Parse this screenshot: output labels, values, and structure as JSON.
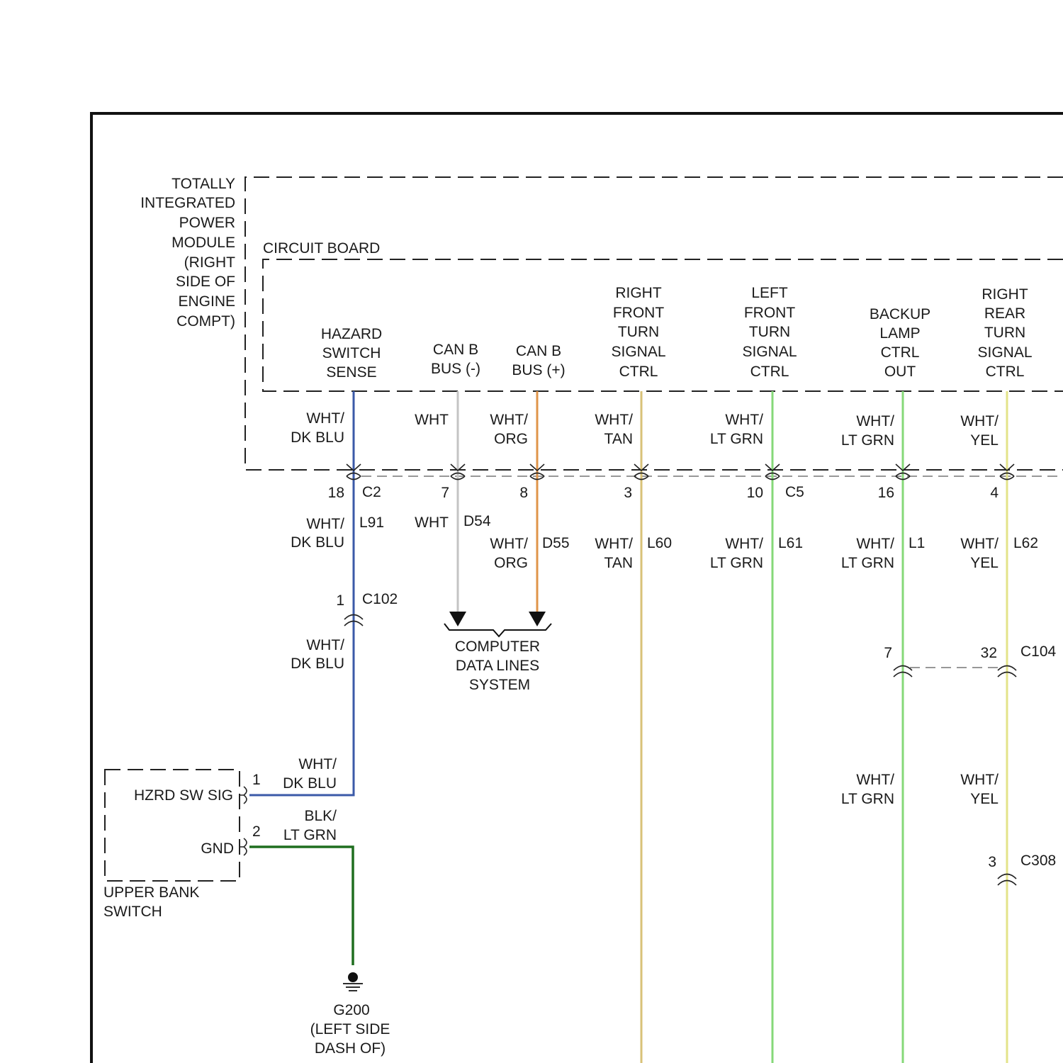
{
  "module": {
    "name_lines": [
      "TOTALLY",
      "INTEGRATED",
      "POWER",
      "MODULE",
      "(RIGHT",
      "SIDE OF",
      "ENGINE",
      "COMPT)"
    ],
    "circuit_board_label": "CIRCUIT BOARD",
    "connector_c2": "C2",
    "connector_c5": "C5"
  },
  "colors": {
    "wht_dk_blu": "#3b5aa8",
    "wht": "#c4c4c4",
    "wht_org": "#e0954a",
    "wht_tan": "#d8c278",
    "wht_lt_grn": "#86d878",
    "wht_yel": "#e3e38a",
    "blk_lt_grn": "#1f6e1f",
    "frame": "#111111"
  },
  "circuits": [
    {
      "id": "hazard",
      "func_lines": [
        "HAZARD",
        "SWITCH",
        "SENSE"
      ],
      "wire_color_top": [
        "WHT/",
        "DK BLU"
      ],
      "pin": "18",
      "circuit": "L91",
      "wire_color_bottom": [
        "WHT/",
        "DK BLU"
      ]
    },
    {
      "id": "canb_neg",
      "func_lines": [
        "CAN B",
        "BUS (-)"
      ],
      "wire_color_top": [
        "WHT"
      ],
      "pin": "7",
      "circuit": "D54",
      "wire_color_bottom": [
        "WHT"
      ]
    },
    {
      "id": "canb_pos",
      "func_lines": [
        "CAN B",
        "BUS (+)"
      ],
      "wire_color_top": [
        "WHT/",
        "ORG"
      ],
      "pin": "8",
      "circuit": "D55",
      "wire_color_bottom": [
        "WHT/",
        "ORG"
      ]
    },
    {
      "id": "rf_turn",
      "func_lines": [
        "RIGHT",
        "FRONT",
        "TURN",
        "SIGNAL",
        "CTRL"
      ],
      "wire_color_top": [
        "WHT/",
        "TAN"
      ],
      "pin": "3",
      "circuit": "L60",
      "wire_color_bottom": [
        "WHT/",
        "TAN"
      ]
    },
    {
      "id": "lf_turn",
      "func_lines": [
        "LEFT",
        "FRONT",
        "TURN",
        "SIGNAL",
        "CTRL"
      ],
      "wire_color_top": [
        "WHT/",
        "LT GRN"
      ],
      "pin": "10",
      "circuit": "L61",
      "wire_color_bottom": [
        "WHT/",
        "LT GRN"
      ]
    },
    {
      "id": "backup",
      "func_lines": [
        "BACKUP",
        "LAMP",
        "CTRL",
        "OUT"
      ],
      "wire_color_top": [
        "WHT/",
        "LT GRN"
      ],
      "pin": "16",
      "circuit": "L1",
      "wire_color_bottom": [
        "WHT/",
        "LT GRN"
      ]
    },
    {
      "id": "rr_turn",
      "func_lines": [
        "RIGHT",
        "REAR",
        "TURN",
        "SIGNAL",
        "CTRL"
      ],
      "wire_color_top": [
        "WHT/",
        "YEL"
      ],
      "pin": "4",
      "circuit": "L62",
      "wire_color_bottom": [
        "WHT/",
        "YEL"
      ]
    }
  ],
  "c102": {
    "name": "C102",
    "pin": "1",
    "wire_color": [
      "WHT/",
      "DK BLU"
    ]
  },
  "data_lines": {
    "label_lines": [
      "COMPUTER",
      "DATA LINES",
      "SYSTEM"
    ]
  },
  "c104": {
    "name": "C104",
    "pin_backup": "7",
    "pin_rr": "32",
    "wire_backup": [
      "WHT/",
      "LT GRN"
    ],
    "wire_rr": [
      "WHT/",
      "YEL"
    ]
  },
  "c308": {
    "name": "C308",
    "pin": "3"
  },
  "switch": {
    "pins": [
      {
        "num": "1",
        "name": "HZRD SW SIG",
        "wire_color": [
          "WHT/",
          "DK BLU"
        ]
      },
      {
        "num": "2",
        "name": "GND",
        "wire_color": [
          "BLK/",
          "LT GRN"
        ]
      }
    ],
    "label_lines": [
      "UPPER BANK",
      "SWITCH"
    ]
  },
  "ground": {
    "name_lines": [
      "G200",
      "(LEFT SIDE",
      "DASH OF)"
    ]
  }
}
